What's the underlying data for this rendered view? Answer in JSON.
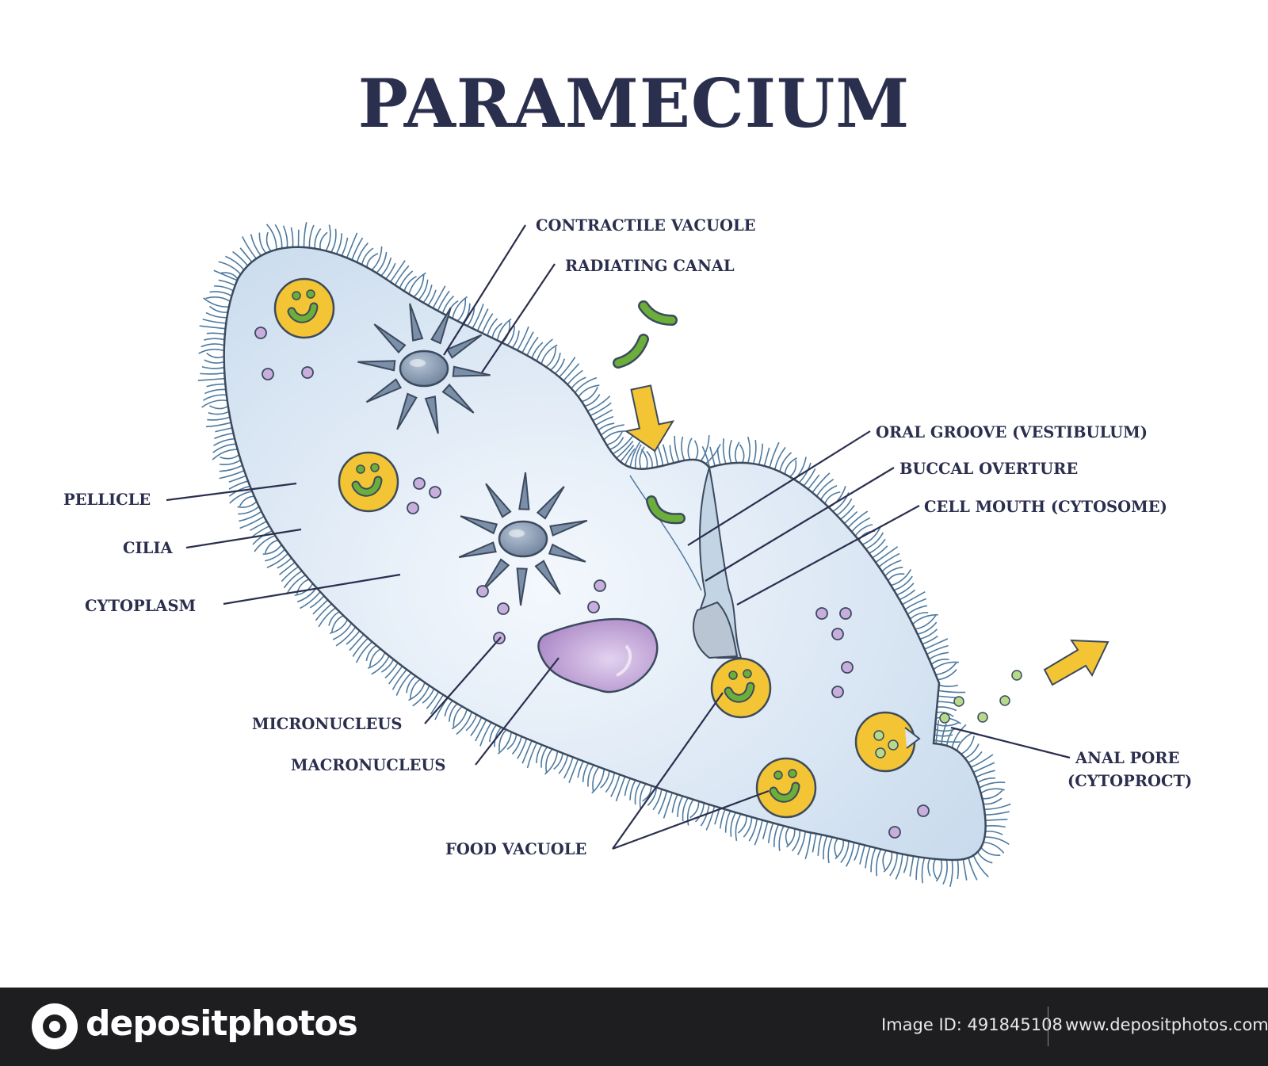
{
  "title": "PARAMECIUM",
  "labels": {
    "contractile_vacuole": "CONTRACTILE VACUOLE",
    "radiating_canal": "RADIATING CANAL",
    "oral_groove": "ORAL GROOVE (VESTIBULUM)",
    "buccal_overture": "BUCCAL OVERTURE",
    "cell_mouth": "CELL MOUTH (CYTOSOME)",
    "pellicle": "PELLICLE",
    "cilia": "CILIA",
    "cytoplasm": "CYTOPLASM",
    "micronucleus": "MICRONUCLEUS",
    "macronucleus": "MACRONUCLEUS",
    "food_vacuole": "FOOD VACUOLE",
    "anal_pore_line1": "ANAL PORE",
    "anal_pore_line2": "(CYTOPROCT)"
  },
  "footer": {
    "brand": "depositphotos",
    "image_id": "Image ID: 491845108",
    "url": "www.depositphotos.com"
  },
  "colors": {
    "text": "#2b2f4e",
    "cell_fill": "#dde9f6",
    "cilia": "#4d7aa0",
    "vacuole_star": "#7b8fa8",
    "food_vacuole": "#f3c534",
    "bacteria": "#6cae3a",
    "macronucleus": "#b794cf",
    "granule": "#c8aedd",
    "arrow": "#f3c534",
    "footer_bg": "#1e1e20"
  },
  "icons": {
    "arrow_in": "arrow-down-right-icon",
    "arrow_out": "arrow-up-right-icon",
    "logo": "depositphotos-logo-icon"
  }
}
